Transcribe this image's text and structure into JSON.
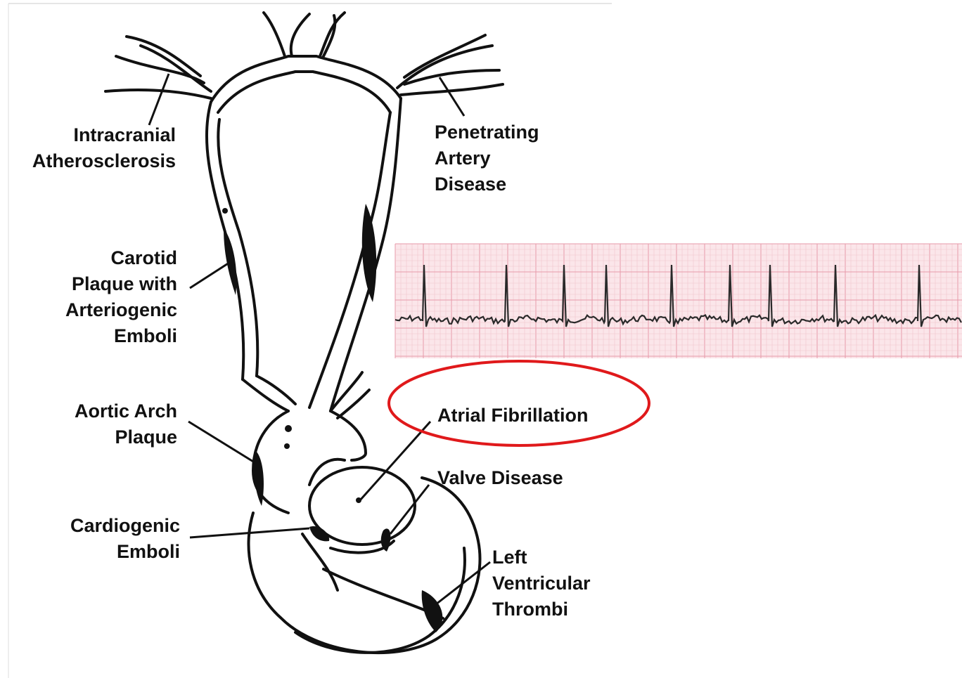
{
  "labels": {
    "intracranial_atherosclerosis": "Intracranial\nAtherosclerosis",
    "penetrating_artery_disease": "Penetrating\nArtery\nDisease",
    "carotid_plaque": "Carotid\nPlaque with\nArteriogenic\nEmboli",
    "aortic_arch_plaque": "Aortic Arch\nPlaque",
    "cardiogenic_emboli": "Cardiogenic\nEmboli",
    "atrial_fibrillation": "Atrial Fibrillation",
    "valve_disease": "Valve Disease",
    "left_ventricular_thrombi": "Left\nVentricular\nThrombi"
  },
  "colors": {
    "ink": "#111111",
    "highlight_ellipse": "#e0191b",
    "ecg_background": "#fbe6ea",
    "ecg_grid_minor": "#f2c3cc",
    "ecg_grid_major": "#e79aa9",
    "ecg_trace": "#2a2a2a"
  }
}
